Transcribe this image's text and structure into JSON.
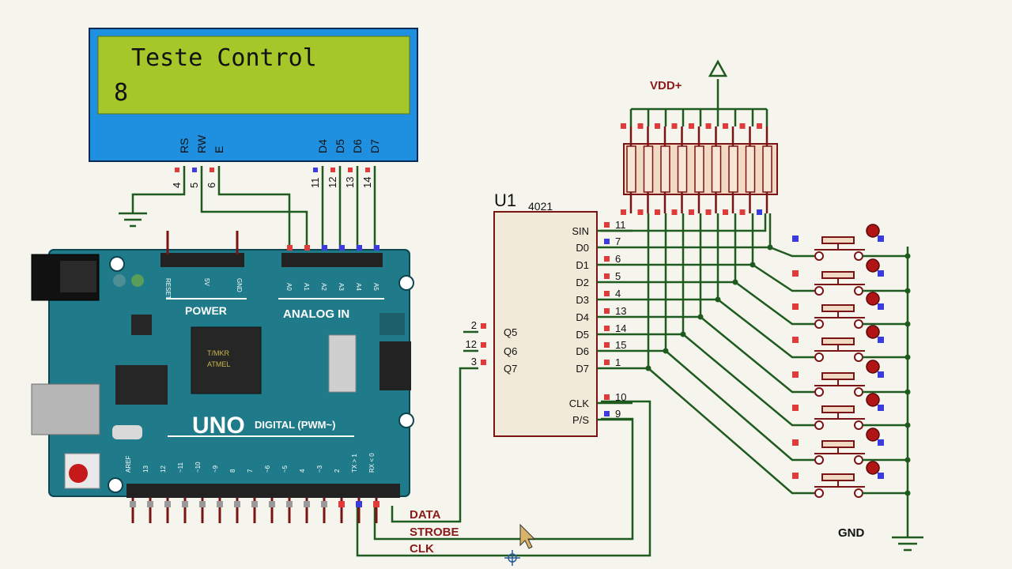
{
  "lcd": {
    "line1": "Teste Control",
    "line2": "8",
    "top_pins": [
      "RS",
      "RW",
      "E",
      "D4",
      "D5",
      "D6",
      "D7"
    ],
    "pin_numbers": [
      "4",
      "5",
      "6",
      "11",
      "12",
      "13",
      "14"
    ]
  },
  "arduino": {
    "model": "UNO",
    "digital_label": "DIGITAL (PWM~)",
    "power_label": "POWER",
    "analog_label": "ANALOG IN",
    "power_pins": [
      "RESET",
      "5V",
      "GND"
    ],
    "analog_pins": [
      "A0",
      "A1",
      "A2",
      "A3",
      "A4",
      "A5"
    ],
    "digital_pins": [
      "AREF",
      "13",
      "12",
      "~11",
      "~10",
      "~9",
      "8",
      "7",
      "~6",
      "~5",
      "4",
      "~3",
      "2",
      "TX > 1",
      "RX < 0"
    ],
    "chip_text": [
      "T/MKR",
      "ATMEL"
    ]
  },
  "ic": {
    "ref": "U1",
    "part": "4021",
    "right_pins": [
      {
        "label": "SIN",
        "num": "11"
      },
      {
        "label": "D0",
        "num": "7"
      },
      {
        "label": "D1",
        "num": "6"
      },
      {
        "label": "D2",
        "num": "5"
      },
      {
        "label": "D3",
        "num": "4"
      },
      {
        "label": "D4",
        "num": "13"
      },
      {
        "label": "D5",
        "num": "14"
      },
      {
        "label": "D6",
        "num": "15"
      },
      {
        "label": "D7",
        "num": "1"
      },
      {
        "label": "CLK",
        "num": "10"
      },
      {
        "label": "P/S",
        "num": "9"
      }
    ],
    "left_pins": [
      {
        "label": "Q5",
        "num": "2"
      },
      {
        "label": "Q6",
        "num": "12"
      },
      {
        "label": "Q7",
        "num": "3"
      }
    ]
  },
  "nets": {
    "vdd": "VDD+",
    "gnd": "GND",
    "data": "DATA",
    "strobe": "STROBE",
    "clk": "CLK"
  },
  "colors": {
    "background": "#f5f5ed",
    "wire": "#1f5a1f",
    "lcd_frame": "#1f8fe0",
    "lcd_screen": "#a6c72a",
    "arduino_board": "#1f7a8a",
    "ic_body": "#f2ead8",
    "resistor_body": "#f2d9c4",
    "pin_red": "#e03b3b",
    "pin_blue": "#3b3be0"
  }
}
